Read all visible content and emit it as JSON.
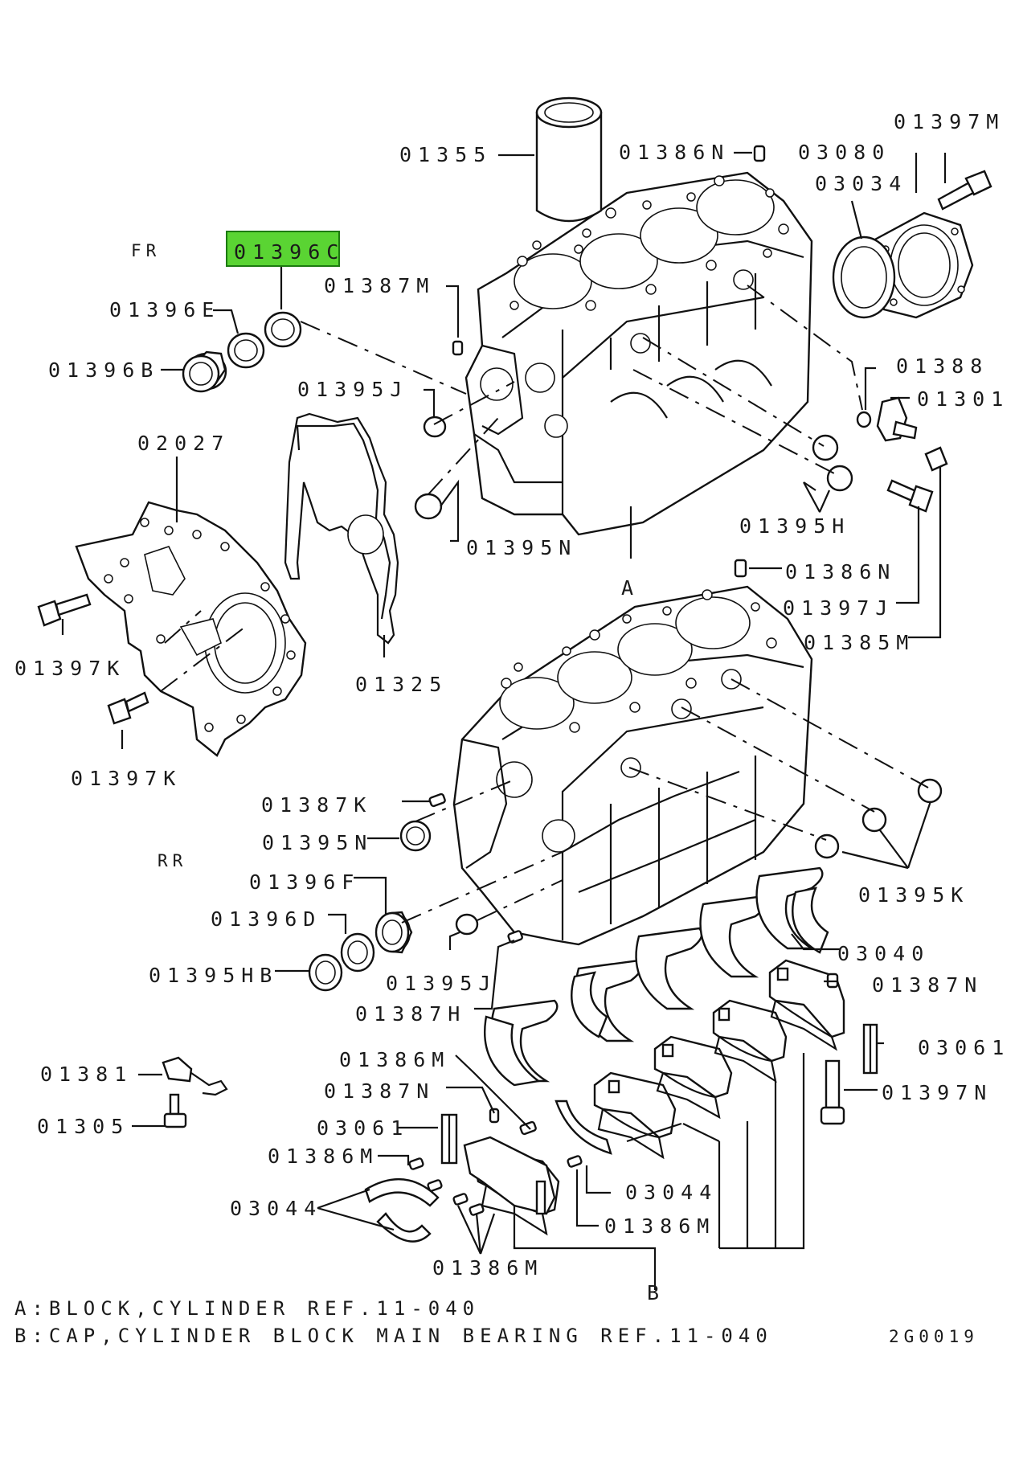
{
  "labels": {
    "l01355": "01355",
    "l01386N_top": "01386N",
    "l03080": "03080",
    "l01397M": "01397M",
    "l03034": "03034",
    "l_fr": "FR",
    "l01396C": "01396C",
    "l01387M": "01387M",
    "l01396E": "01396E",
    "l01396B": "01396B",
    "l01395J_top": "01395J",
    "l01388": "01388",
    "l01301": "01301",
    "l02027": "02027",
    "l01395H": "01395H",
    "l01395N_top": "01395N",
    "l01386N_mid": "01386N",
    "l_A": "A",
    "l01397J": "01397J",
    "l01385M": "01385M",
    "l01397K_left": "01397K",
    "l01325": "01325",
    "l01397K_bottom": "01397K",
    "l01387K": "01387K",
    "l01395N_mid": "01395N",
    "l_rr": "RR",
    "l01396F": "01396F",
    "l01395K": "01395K",
    "l01396D": "01396D",
    "l03040": "03040",
    "l01395HB": "01395HB",
    "l01395J_bottom": "01395J",
    "l01387N_right": "01387N",
    "l01387H": "01387H",
    "l03061_right": "03061",
    "l01381": "01381",
    "l01386M_a": "01386M",
    "l01387N_left": "01387N",
    "l01397N": "01397N",
    "l01305": "01305",
    "l03061_left": "03061",
    "l01386M_b": "01386M",
    "l03044_right": "03044",
    "l03044_left": "03044",
    "l01386M_c": "01386M",
    "l01386M_d": "01386M",
    "l_B": "B"
  },
  "notes": {
    "a": "A:BLOCK,CYLINDER REF.11-040",
    "b": "B:CAP,CYLINDER BLOCK MAIN BEARING REF.11-040",
    "code": "2G0019"
  },
  "highlight": {
    "part": "01396C",
    "color": "#5ad433"
  }
}
